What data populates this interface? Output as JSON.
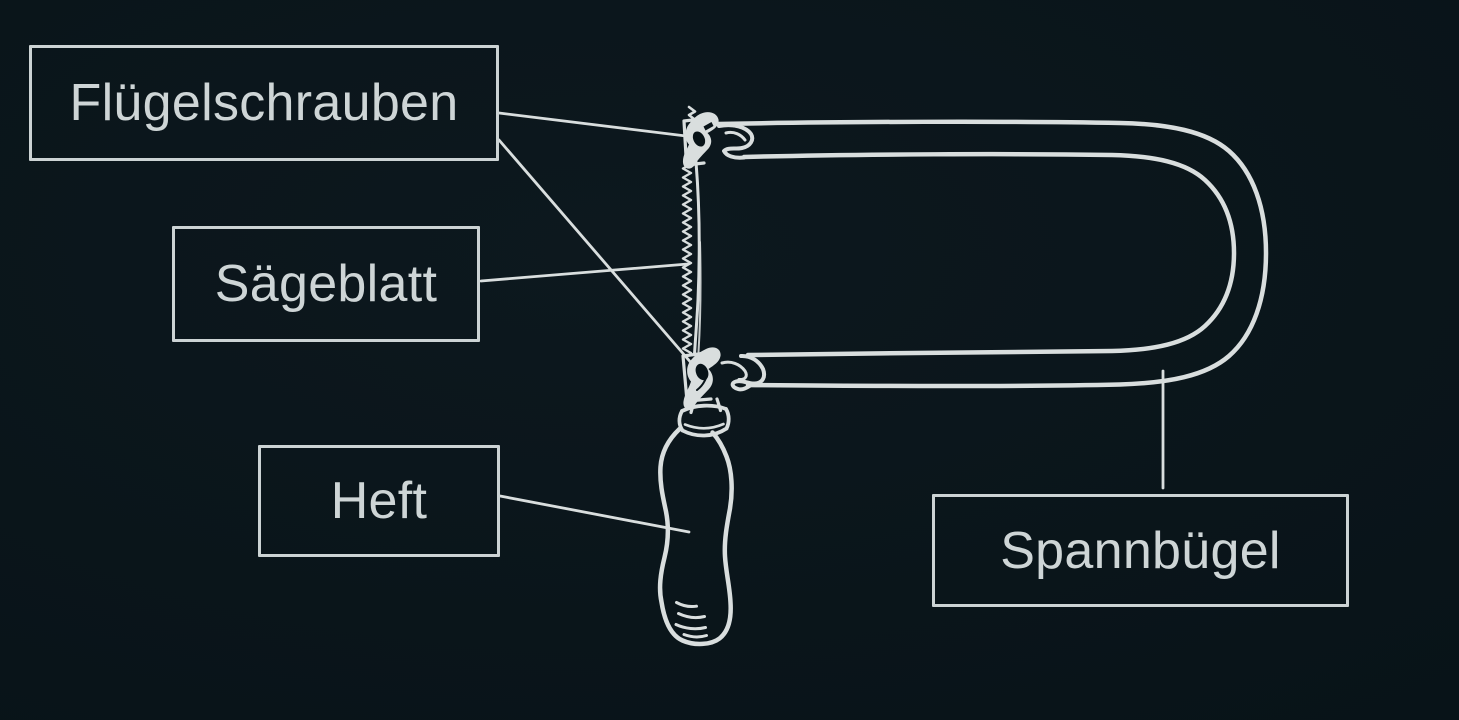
{
  "colors": {
    "canvas_bg": "#081318",
    "canvas_bg_center": "#0d181e",
    "canvas_bg_edge": "#040f14",
    "line": "#d9dede",
    "label_border": "#ccd3d4",
    "label_text": "#ced5d6"
  },
  "labels": {
    "fluegelschrauben": {
      "text": "Flügelschrauben"
    },
    "saegeblatt": {
      "text": "Sägeblatt"
    },
    "heft": {
      "text": "Heft"
    },
    "spannbuegel": {
      "text": "Spannbügel"
    }
  }
}
